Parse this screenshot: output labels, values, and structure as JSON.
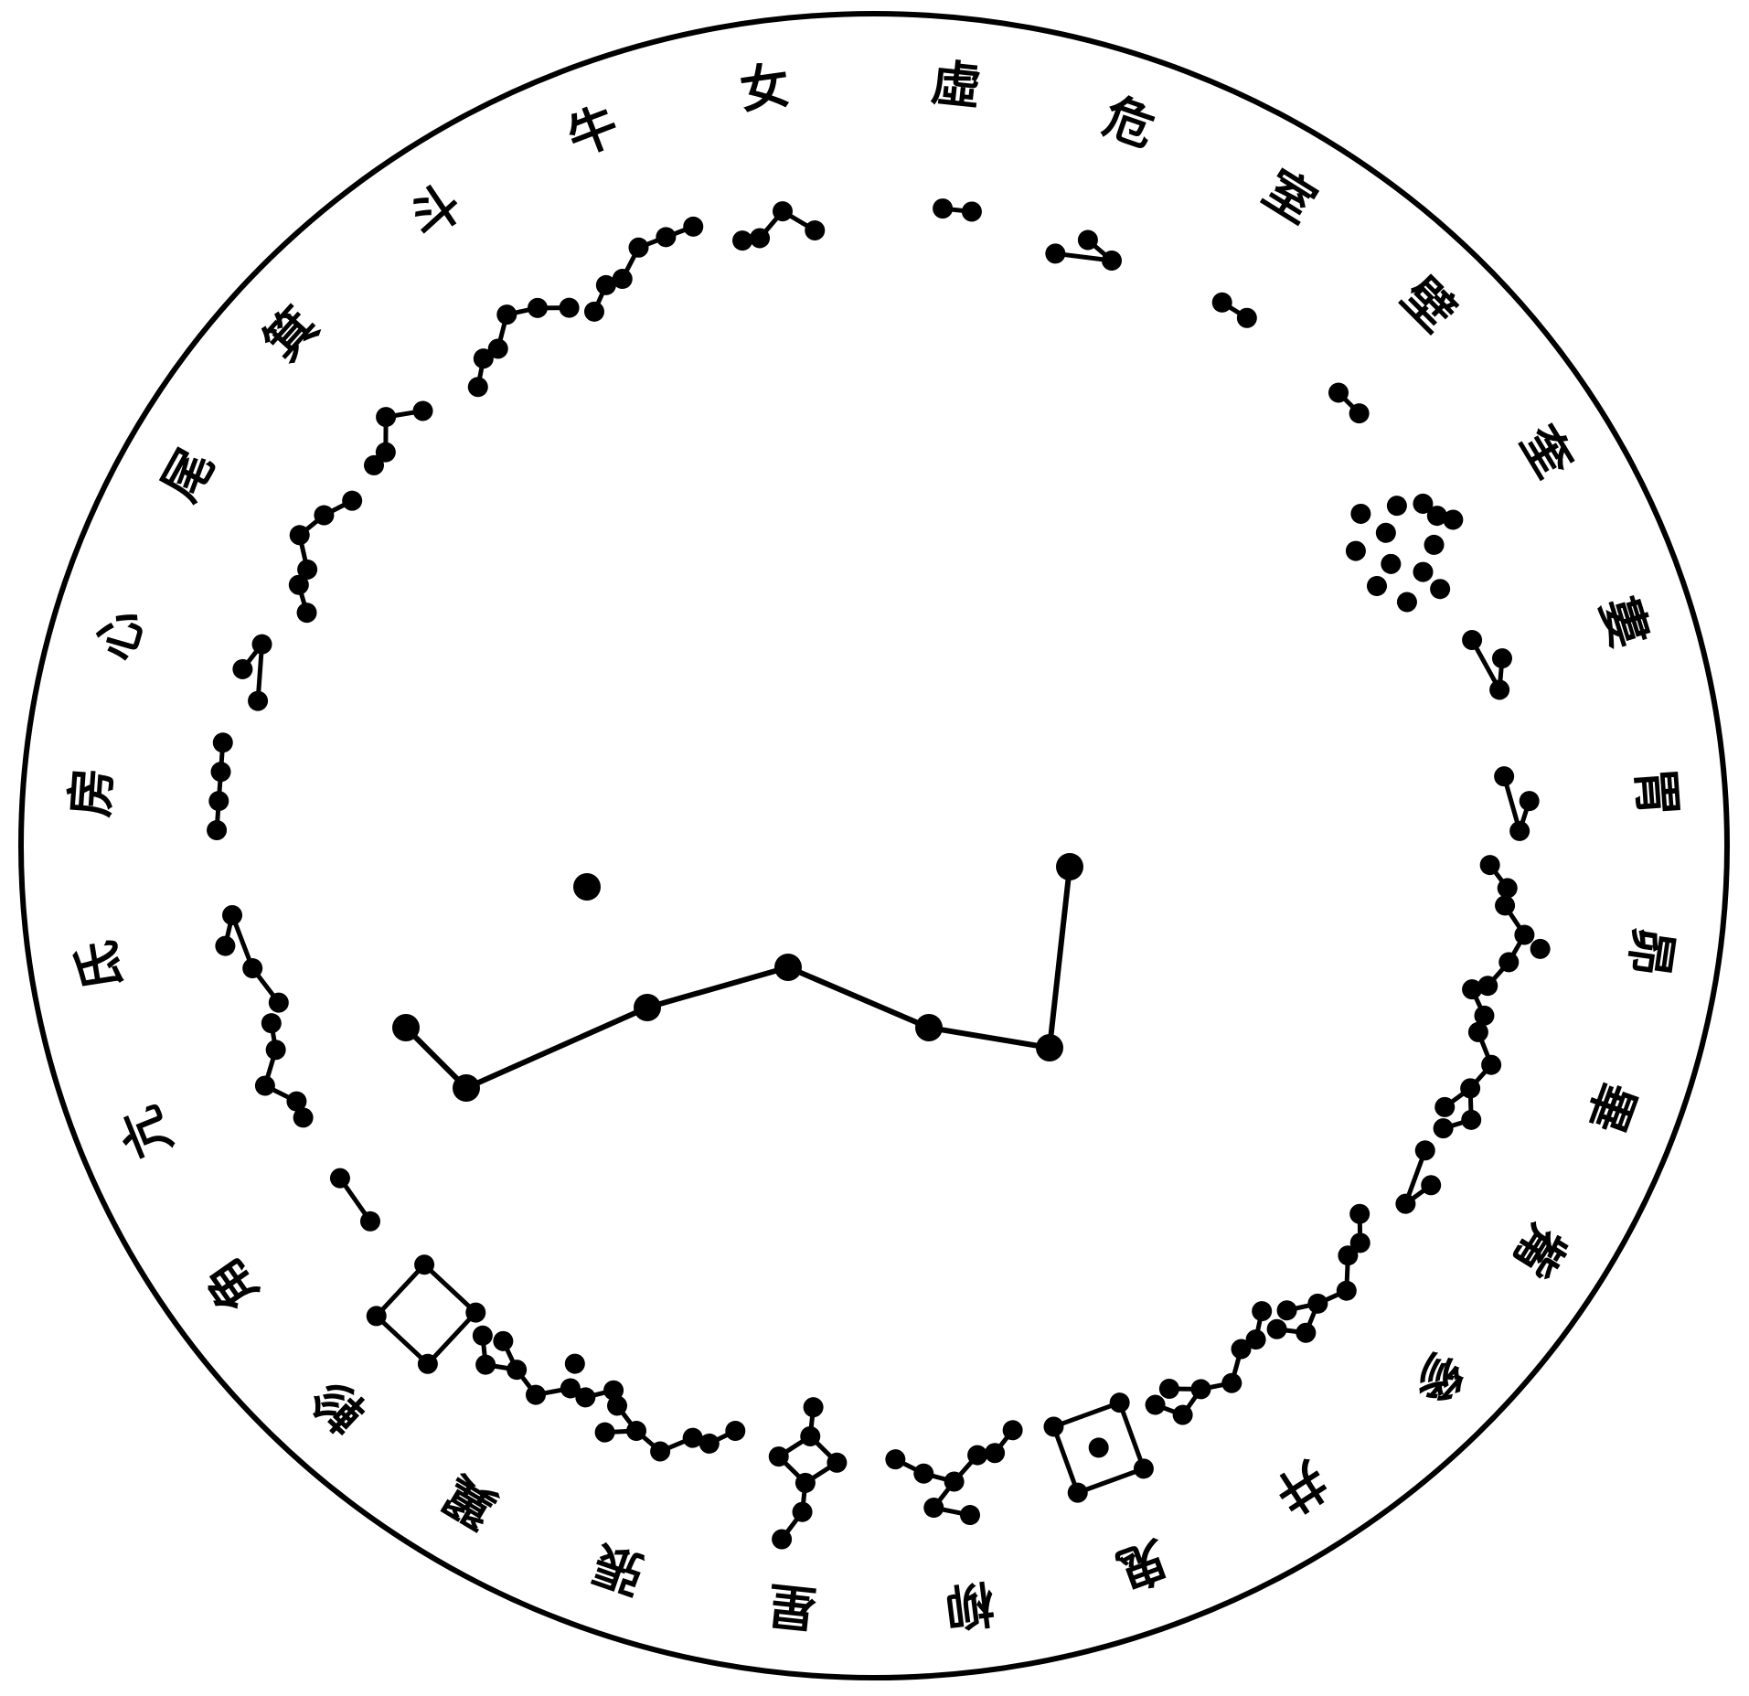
{
  "colors": {
    "ink": "#000000",
    "paper": "#ffffff"
  },
  "mansions": [
    {
      "id": "jiao",
      "label": "角",
      "stars": [
        [
          9,
          8
        ],
        [
          -9,
          8
        ]
      ],
      "edges": [
        [
          0,
          1
        ]
      ]
    },
    {
      "id": "kang",
      "label": "亢",
      "stars": [
        [
          0,
          0
        ],
        [
          10,
          8
        ],
        [
          19,
          10
        ],
        [
          -9,
          8
        ],
        [
          -15,
          8
        ]
      ],
      "edges": [
        [
          0,
          1
        ],
        [
          1,
          2
        ],
        [
          0,
          3
        ],
        [
          3,
          4
        ]
      ]
    },
    {
      "id": "di",
      "label": "氐",
      "stars": [
        [
          0,
          0
        ],
        [
          10,
          4
        ],
        [
          -9,
          8
        ],
        [
          -22,
          15
        ]
      ],
      "edges": [
        [
          0,
          1
        ],
        [
          1,
          2
        ],
        [
          2,
          3
        ]
      ]
    },
    {
      "id": "fang",
      "label": "房",
      "stars": [
        [
          0,
          0
        ],
        [
          10,
          0
        ],
        [
          20,
          0
        ],
        [
          -10,
          0
        ]
      ],
      "edges": [
        [
          0,
          1
        ],
        [
          1,
          2
        ],
        [
          0,
          3
        ]
      ]
    },
    {
      "id": "xin",
      "label": "心",
      "stars": [
        [
          0,
          0
        ],
        [
          10,
          4
        ],
        [
          -9,
          8
        ]
      ],
      "edges": [
        [
          0,
          1
        ],
        [
          1,
          2
        ]
      ]
    },
    {
      "id": "wei",
      "label": "尾",
      "stars": [
        [
          0,
          0
        ],
        [
          10,
          4
        ],
        [
          19,
          10
        ],
        [
          -9,
          8
        ],
        [
          -15,
          8
        ],
        [
          -22,
          15
        ]
      ],
      "edges": [
        [
          0,
          1
        ],
        [
          1,
          2
        ],
        [
          0,
          3
        ],
        [
          3,
          4
        ],
        [
          4,
          5
        ]
      ]
    },
    {
      "id": "ji",
      "label": "箕",
      "stars": [
        [
          0,
          0
        ],
        [
          10,
          8
        ],
        [
          -9,
          8
        ],
        [
          -15,
          8
        ]
      ],
      "edges": [
        [
          0,
          1
        ],
        [
          0,
          2
        ],
        [
          2,
          3
        ]
      ]
    },
    {
      "id": "dou",
      "label": "斗",
      "stars": [
        [
          0,
          0
        ],
        [
          10,
          4
        ],
        [
          19,
          10
        ],
        [
          -9,
          8
        ],
        [
          -15,
          8
        ],
        [
          -22,
          15
        ]
      ],
      "edges": [
        [
          0,
          1
        ],
        [
          1,
          2
        ],
        [
          0,
          3
        ],
        [
          3,
          4
        ],
        [
          4,
          5
        ]
      ]
    },
    {
      "id": "niu",
      "label": "牛",
      "stars": [
        [
          0,
          0
        ],
        [
          10,
          0
        ],
        [
          -9,
          8
        ],
        [
          -15,
          8
        ],
        [
          -22,
          15
        ],
        [
          20,
          0
        ]
      ],
      "edges": [
        [
          0,
          1
        ],
        [
          1,
          5
        ],
        [
          0,
          2
        ],
        [
          2,
          3
        ],
        [
          3,
          4
        ]
      ]
    },
    {
      "id": "nu",
      "label": "女",
      "stars": [
        [
          0,
          0
        ],
        [
          10,
          8
        ],
        [
          -9,
          8
        ],
        [
          -15,
          8
        ]
      ],
      "edges": [
        [
          0,
          1
        ],
        [
          0,
          2
        ],
        [
          2,
          3
        ]
      ]
    },
    {
      "id": "xu",
      "label": "虛",
      "stars": [
        [
          0,
          0
        ],
        [
          10,
          0
        ]
      ],
      "edges": [
        [
          0,
          1
        ]
      ]
    },
    {
      "id": "wei2",
      "label": "危",
      "stars": [
        [
          0,
          0
        ],
        [
          10,
          4
        ],
        [
          -9,
          8
        ]
      ],
      "edges": [
        [
          0,
          1
        ],
        [
          1,
          2
        ]
      ]
    },
    {
      "id": "shi",
      "label": "室",
      "stars": [
        [
          0,
          0
        ],
        [
          10,
          0
        ]
      ],
      "edges": [
        [
          0,
          1
        ]
      ]
    },
    {
      "id": "bi",
      "label": "壁",
      "stars": [
        [
          0,
          0
        ],
        [
          10,
          0
        ]
      ],
      "edges": [
        [
          0,
          1
        ]
      ]
    },
    {
      "id": "kui",
      "label": "奎",
      "stars": [
        [
          0,
          0
        ],
        [
          8,
          6
        ],
        [
          14,
          14
        ],
        [
          6,
          22
        ],
        [
          -4,
          18
        ],
        [
          -10,
          10
        ],
        [
          -6,
          2
        ],
        [
          4,
          -4
        ],
        [
          -14,
          22
        ],
        [
          -4,
          30
        ],
        [
          10,
          30
        ],
        [
          20,
          24
        ],
        [
          22,
          12
        ]
      ],
      "edges": []
    },
    {
      "id": "lou",
      "label": "婁",
      "stars": [
        [
          0,
          0
        ],
        [
          10,
          4
        ],
        [
          -9,
          8
        ]
      ],
      "edges": [
        [
          0,
          1
        ],
        [
          1,
          2
        ]
      ]
    },
    {
      "id": "wei3",
      "label": "胃",
      "stars": [
        [
          0,
          0
        ],
        [
          10,
          4
        ],
        [
          -9,
          8
        ]
      ],
      "edges": [
        [
          0,
          1
        ],
        [
          1,
          2
        ]
      ]
    },
    {
      "id": "mao",
      "label": "昴",
      "stars": [
        [
          0,
          0
        ],
        [
          10,
          4
        ],
        [
          19,
          10
        ],
        [
          -9,
          8
        ],
        [
          -15,
          8
        ],
        [
          -22,
          15
        ],
        [
          4,
          -6
        ]
      ],
      "edges": [
        [
          0,
          1
        ],
        [
          1,
          2
        ],
        [
          0,
          3
        ],
        [
          3,
          4
        ],
        [
          4,
          5
        ]
      ]
    },
    {
      "id": "bi2",
      "label": "畢",
      "stars": [
        [
          0,
          0
        ],
        [
          10,
          4
        ],
        [
          19,
          10
        ],
        [
          -9,
          8
        ],
        [
          -15,
          8
        ],
        [
          -22,
          15
        ],
        [
          20,
          0
        ],
        [
          26,
          8
        ]
      ],
      "edges": [
        [
          0,
          1
        ],
        [
          1,
          2
        ],
        [
          0,
          3
        ],
        [
          3,
          4
        ],
        [
          4,
          5
        ],
        [
          1,
          6
        ],
        [
          6,
          7
        ]
      ]
    },
    {
      "id": "zui",
      "label": "觜",
      "stars": [
        [
          0,
          0
        ],
        [
          10,
          4
        ],
        [
          -9,
          8
        ]
      ],
      "edges": [
        [
          0,
          1
        ],
        [
          1,
          2
        ]
      ]
    },
    {
      "id": "shen",
      "label": "參",
      "stars": [
        [
          0,
          0
        ],
        [
          10,
          4
        ],
        [
          19,
          10
        ],
        [
          -9,
          8
        ],
        [
          -15,
          8
        ],
        [
          -22,
          15
        ],
        [
          20,
          0
        ],
        [
          26,
          8
        ]
      ],
      "edges": [
        [
          0,
          1
        ],
        [
          1,
          2
        ],
        [
          0,
          3
        ],
        [
          3,
          4
        ],
        [
          4,
          5
        ],
        [
          1,
          6
        ],
        [
          6,
          7
        ]
      ]
    },
    {
      "id": "jing",
      "label": "井",
      "stars": [
        [
          0,
          0
        ],
        [
          10,
          4
        ],
        [
          19,
          10
        ],
        [
          -9,
          8
        ],
        [
          -15,
          8
        ],
        [
          -22,
          15
        ],
        [
          20,
          0
        ],
        [
          26,
          8
        ]
      ],
      "edges": [
        [
          0,
          1
        ],
        [
          1,
          2
        ],
        [
          0,
          3
        ],
        [
          3,
          4
        ],
        [
          4,
          5
        ],
        [
          1,
          6
        ],
        [
          6,
          7
        ]
      ]
    },
    {
      "id": "gui",
      "label": "鬼",
      "stars": [
        [
          -12,
          -12
        ],
        [
          12,
          -12
        ],
        [
          12,
          12
        ],
        [
          -12,
          12
        ],
        [
          0,
          0
        ]
      ],
      "edges": [
        [
          0,
          1
        ],
        [
          1,
          2
        ],
        [
          2,
          3
        ],
        [
          3,
          0
        ]
      ]
    },
    {
      "id": "liu",
      "label": "柳",
      "stars": [
        [
          0,
          0
        ],
        [
          10,
          4
        ],
        [
          19,
          10
        ],
        [
          -9,
          8
        ],
        [
          -15,
          8
        ],
        [
          -22,
          15
        ],
        [
          8,
          -8
        ],
        [
          -4,
          -12
        ]
      ],
      "edges": [
        [
          0,
          1
        ],
        [
          1,
          2
        ],
        [
          0,
          3
        ],
        [
          3,
          4
        ],
        [
          4,
          5
        ],
        [
          0,
          6
        ],
        [
          6,
          7
        ]
      ]
    },
    {
      "id": "xing",
      "label": "星",
      "stars": [
        [
          0,
          0
        ],
        [
          10,
          8
        ],
        [
          0,
          16
        ],
        [
          -10,
          8
        ],
        [
          0,
          -10
        ],
        [
          6,
          -20
        ],
        [
          0,
          26
        ]
      ],
      "edges": [
        [
          0,
          1
        ],
        [
          1,
          2
        ],
        [
          2,
          3
        ],
        [
          3,
          0
        ],
        [
          0,
          4
        ],
        [
          4,
          5
        ],
        [
          2,
          6
        ]
      ]
    },
    {
      "id": "zhang",
      "label": "張",
      "stars": [
        [
          0,
          0
        ],
        [
          10,
          4
        ],
        [
          19,
          10
        ],
        [
          -9,
          8
        ],
        [
          -15,
          8
        ],
        [
          -22,
          15
        ],
        [
          20,
          0
        ]
      ],
      "edges": [
        [
          0,
          1
        ],
        [
          1,
          2
        ],
        [
          0,
          3
        ],
        [
          3,
          4
        ],
        [
          4,
          5
        ],
        [
          1,
          6
        ]
      ]
    },
    {
      "id": "yi",
      "label": "翼",
      "stars": [
        [
          0,
          0
        ],
        [
          10,
          4
        ],
        [
          19,
          10
        ],
        [
          -9,
          8
        ],
        [
          -15,
          8
        ],
        [
          -22,
          15
        ],
        [
          20,
          0
        ],
        [
          26,
          8
        ],
        [
          -6,
          16
        ]
      ],
      "edges": [
        [
          0,
          1
        ],
        [
          1,
          2
        ],
        [
          0,
          3
        ],
        [
          3,
          4
        ],
        [
          4,
          5
        ],
        [
          1,
          6
        ],
        [
          6,
          7
        ]
      ]
    },
    {
      "id": "zhen",
      "label": "軫",
      "stars": [
        [
          -12,
          -12
        ],
        [
          12,
          -12
        ],
        [
          12,
          12
        ],
        [
          -12,
          12
        ]
      ],
      "edges": [
        [
          0,
          1
        ],
        [
          1,
          2
        ],
        [
          2,
          3
        ],
        [
          3,
          0
        ]
      ]
    }
  ],
  "dipper": {
    "stars": [
      [
        0,
        0
      ],
      [
        -6,
        -6
      ],
      [
        18,
        -8
      ],
      [
        32,
        -12
      ],
      [
        12,
        -20
      ],
      [
        46,
        -6
      ],
      [
        58,
        -4
      ],
      [
        60,
        -22
      ]
    ],
    "edges": [
      [
        1,
        0
      ],
      [
        0,
        2
      ],
      [
        2,
        3
      ],
      [
        3,
        5
      ],
      [
        5,
        6
      ],
      [
        6,
        7
      ]
    ]
  }
}
